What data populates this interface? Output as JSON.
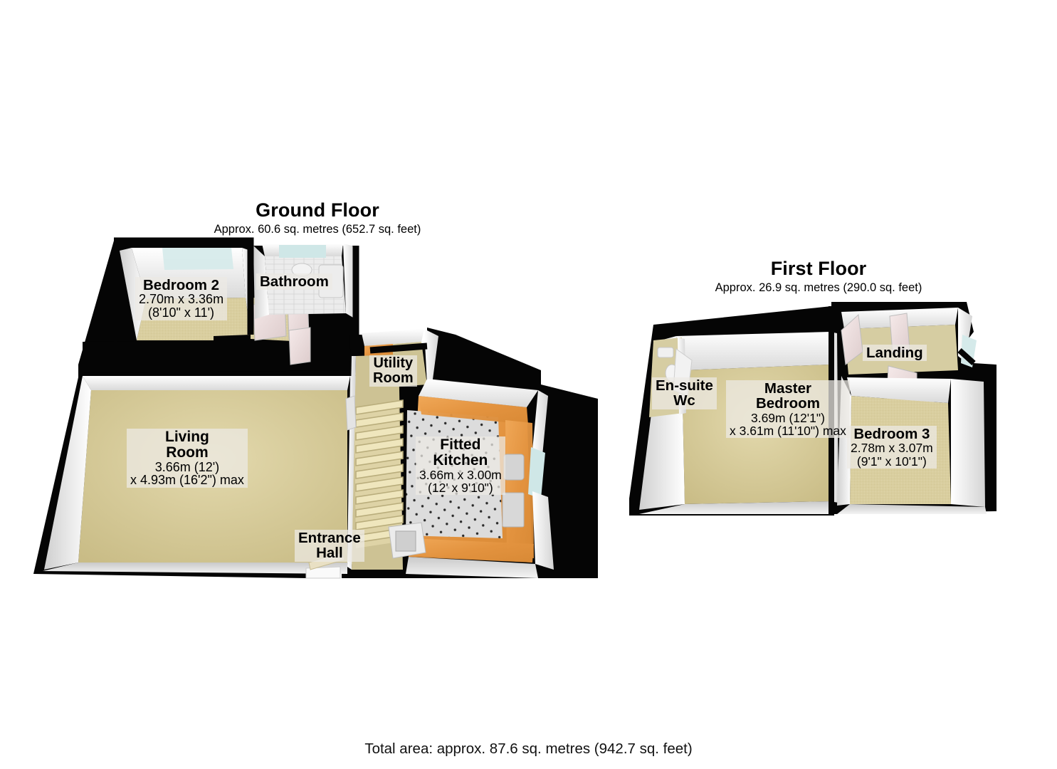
{
  "document": {
    "type": "floor-plan",
    "total_area": "Total area: approx. 87.6 sq. metres (942.7 sq. feet)"
  },
  "floors": {
    "ground": {
      "title": "Ground Floor",
      "area": "Approx. 60.6 sq. metres (652.7 sq. feet)",
      "rooms": {
        "bedroom2": {
          "name": "Bedroom 2",
          "dims_metric": "2.70m x 3.36m",
          "dims_imperial": "(8'10\" x 11')"
        },
        "bathroom": {
          "name": "Bathroom",
          "dims_metric": "",
          "dims_imperial": ""
        },
        "living": {
          "name_line1": "Living",
          "name_line2": "Room",
          "dims_metric": "3.66m (12')",
          "dims_imperial": "x 4.93m (16'2\") max"
        },
        "utility": {
          "name_line1": "Utility",
          "name_line2": "Room"
        },
        "kitchen": {
          "name_line1": "Fitted",
          "name_line2": "Kitchen",
          "dims_metric": "3.66m x 3.00m",
          "dims_imperial": "(12' x 9'10\")"
        },
        "entrance": {
          "name_line1": "Entrance",
          "name_line2": "Hall"
        }
      }
    },
    "first": {
      "title": "First Floor",
      "area": "Approx. 26.9 sq. metres (290.0 sq. feet)",
      "rooms": {
        "ensuite": {
          "name_line1": "En-suite",
          "name_line2": "Wc"
        },
        "master": {
          "name_line1": "Master",
          "name_line2": "Bedroom",
          "dims_metric": "3.69m (12'1\")",
          "dims_imperial": "x 3.61m (11'10\") max"
        },
        "landing": {
          "name": "Landing"
        },
        "bedroom3": {
          "name": "Bedroom 3",
          "dims_metric": "2.78m x 3.07m",
          "dims_imperial": "(9'1\" x 10'1\")"
        }
      }
    }
  },
  "palette": {
    "background": "#ffffff",
    "wall_dark": "#050505",
    "wall_face_light": "#fdfdfd",
    "wall_face_mid": "#e2e2e2",
    "wall_face_shadow": "#b8b8b8",
    "floor_carpet": "#d9ce9f",
    "floor_carpet_dark": "#c6b988",
    "floor_tile": "#d8d8d8",
    "counter_wood": "#e89a4a",
    "stair_tread": "#efe6bd",
    "glass_blue": "#d5eaea",
    "text": "#000000",
    "label_bg": "rgba(236,234,228,0.74)"
  }
}
